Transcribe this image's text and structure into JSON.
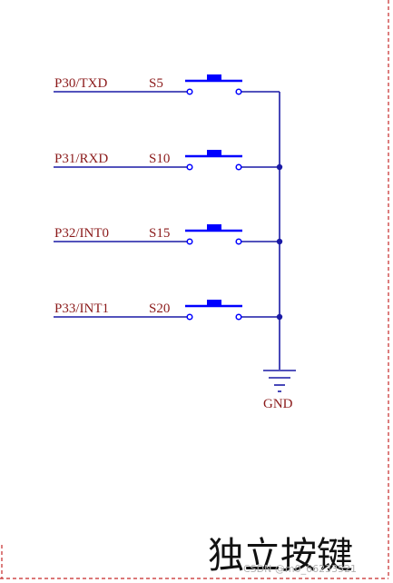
{
  "colors": {
    "wire": "#1a1aa6",
    "switch": "#0000ff",
    "label": "#8b1a1a",
    "border": "#c62828",
    "junction": "#1a1aa6"
  },
  "switches": [
    {
      "net": "P30/TXD",
      "ref": "S5"
    },
    {
      "net": "P31/RXD",
      "ref": "S10"
    },
    {
      "net": "P32/INT0",
      "ref": "S15"
    },
    {
      "net": "P33/INT1",
      "ref": "S20"
    }
  ],
  "ground": {
    "label": "GND"
  },
  "title": "独立按键",
  "watermark": "CSDN @m0_66233521"
}
